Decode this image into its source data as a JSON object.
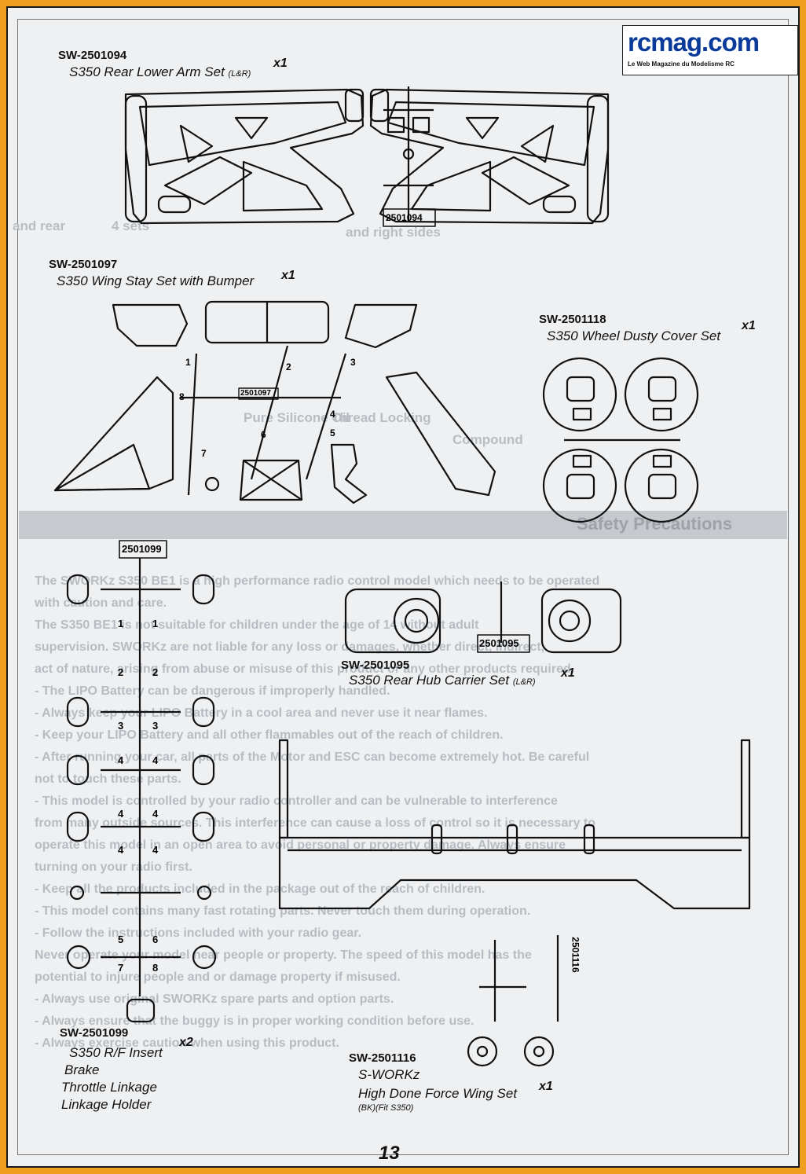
{
  "logo": {
    "text": "rcmag.com",
    "tagline": "Le Web Magazine du Modelisme RC"
  },
  "page_number": "13",
  "background_ghost": {
    "lines": [
      "and rear",
      "4 sets",
      "and right sides",
      "Thread Locking",
      "Compound",
      "Pure Silicone Oil",
      "Safety Precautions",
      "The SWORKz S350 BE1 is a high performance radio control model which needs to be operated",
      "with caution and care.",
      "The S350 BE1 is not suitable for children under the age of 14 without adult",
      "supervision. SWORKz are not liable for any loss or damages, whether direct, indirect,",
      "act of nature, arising from abuse or misuse of this product or any other products required.",
      "- The LIPO Battery can be dangerous if improperly handled.",
      "- Always keep your LIPO Battery in a cool area and never use it near flames.",
      "- Keep your LIPO Battery and all other flammables out of the reach of children.",
      "- After running your car, all parts of the Motor and ESC can become extremely hot. Be careful",
      "not to touch these parts.",
      "- This model is controlled by your radio controller and can be vulnerable to interference",
      "from many outside sources. This interference can cause a loss of control so it is necessary to",
      "operate this model in an open area to avoid personal or property damage. Always ensure",
      "turning on your radio first.",
      "- Keep all the products included in the package out of the reach of children.",
      "- This model contains many fast rotating parts. Never touch them during operation.",
      "- Follow the instructions included with your radio gear.",
      "Never operate your model near people or property. The speed of this model has the",
      "potential to injure people and or damage property if misused.",
      "- Always use original SWORKz spare parts and option parts.",
      "- Always ensure that the buggy is in proper working condition before use.",
      "- Always exercise caution when using this product."
    ]
  },
  "parts": [
    {
      "code": "SW-2501094",
      "name": "S350 Rear Lower Arm Set",
      "suffix": "(L&R)",
      "qty": "x1",
      "tag": "2501094"
    },
    {
      "code": "SW-2501097",
      "name": "S350 Wing Stay Set with Bumper",
      "qty": "x1",
      "tag": "2501097"
    },
    {
      "code": "SW-2501118",
      "name": "S350 Wheel Dusty Cover Set",
      "qty": "x1"
    },
    {
      "code": "SW-2501095",
      "name": "S350 Rear Hub Carrier Set",
      "suffix": "(L&R)",
      "qty": "x1",
      "tag": "2501095"
    },
    {
      "code": "SW-2501099",
      "name": "S350 R/F Insert",
      "qty": "x2",
      "tag": "2501099",
      "extra": [
        "Brake",
        "Throttle Linkage",
        "Linkage Holder"
      ]
    },
    {
      "code": "SW-2501116",
      "name": "S-WORKz",
      "name2": "High Done Force Wing Set",
      "note": "(BK)(Fit S350)",
      "qty": "x1",
      "tag": "2501116"
    }
  ],
  "ladder_numbers": [
    "1",
    "1",
    "2",
    "2",
    "3",
    "3",
    "4",
    "4",
    "4",
    "4",
    "4",
    "4",
    "5",
    "6",
    "7",
    "8"
  ],
  "wingstay_numbers": [
    "1",
    "2",
    "3",
    "4",
    "5",
    "6",
    "7",
    "8"
  ]
}
